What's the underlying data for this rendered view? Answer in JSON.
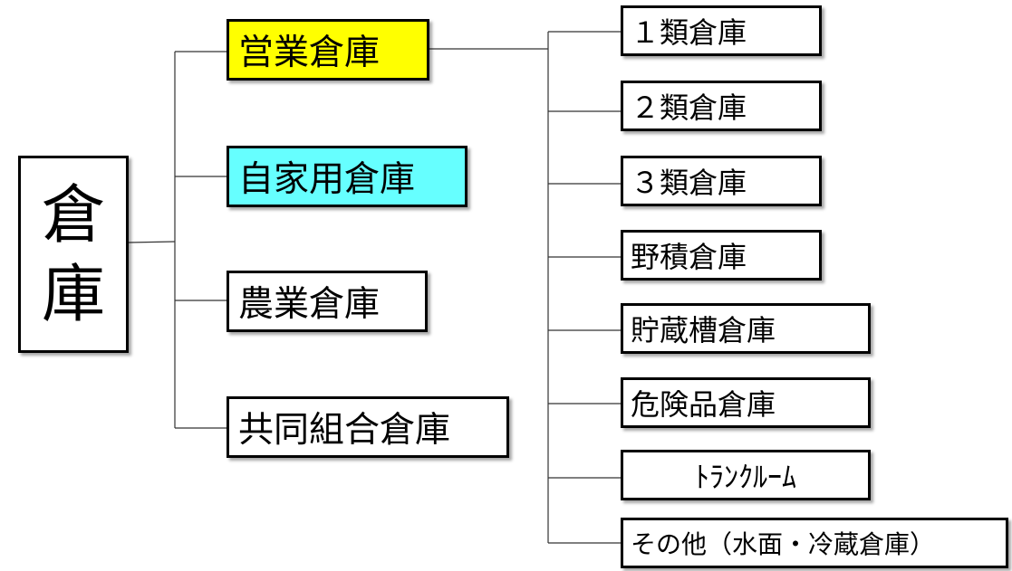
{
  "root": {
    "chars": [
      "倉",
      "庫"
    ]
  },
  "categories": [
    {
      "label": "営業倉庫",
      "color": "#ffff00"
    },
    {
      "label": "自家用倉庫",
      "color": "#66ffff"
    },
    {
      "label": "農業倉庫",
      "color": "#ffffff"
    },
    {
      "label": "共同組合倉庫",
      "color": "#ffffff"
    }
  ],
  "business_types": [
    {
      "label": "１類倉庫"
    },
    {
      "label": "２類倉庫"
    },
    {
      "label": "３類倉庫"
    },
    {
      "label": "野積倉庫"
    },
    {
      "label": "貯蔵槽倉庫"
    },
    {
      "label": "危険品倉庫"
    },
    {
      "label": "ﾄﾗﾝｸﾙｰﾑ"
    },
    {
      "label": "その他（水面・冷蔵倉庫）"
    }
  ]
}
